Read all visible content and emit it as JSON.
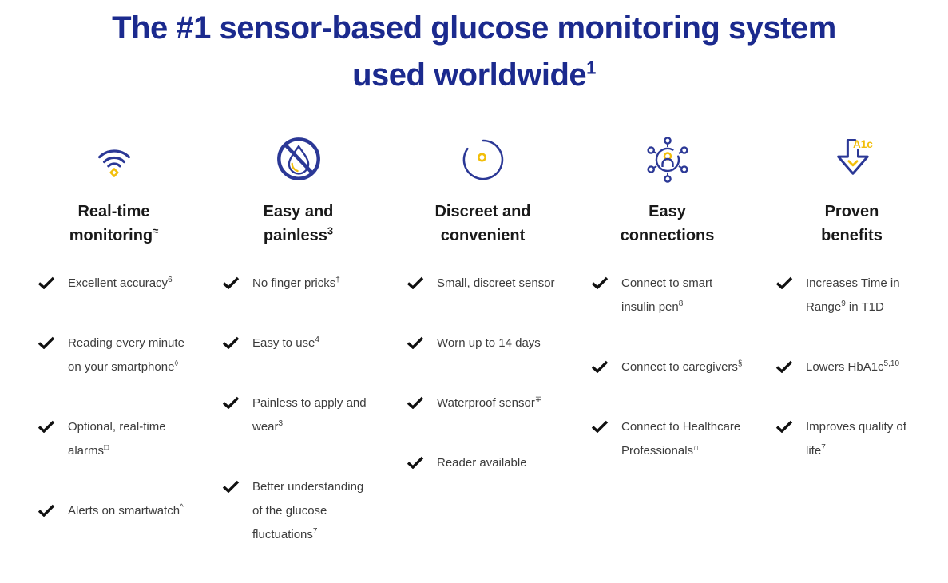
{
  "title": {
    "line1": "The #1 sensor-based glucose monitoring system",
    "line2": "used worldwide",
    "sup": "1"
  },
  "colors": {
    "navy": "#1B2A8E",
    "icon_navy": "#2B3896",
    "yellow": "#F2BE0A",
    "heading_text": "#191919",
    "body_text": "#3C3C3C",
    "check": "#111111"
  },
  "columns": [
    {
      "icon": "wifi-signal-icon",
      "heading": {
        "line1": "Real-time",
        "line2": "monitoring",
        "sup": "≈"
      },
      "items": [
        {
          "text": "Excellent accuracy",
          "sup": "6"
        },
        {
          "text": "Reading every minute\non your smartphone",
          "sup": "◊"
        },
        {
          "text": "Optional, real-time\nalarms",
          "sup": "□"
        },
        {
          "text": "Alerts on smartwatch",
          "sup": "^"
        }
      ]
    },
    {
      "icon": "no-finger-prick-icon",
      "heading": {
        "line1": "Easy and",
        "line2": "painless",
        "sup": "3"
      },
      "items": [
        {
          "text": "No finger pricks",
          "sup": "†"
        },
        {
          "text": "Easy to use",
          "sup": "4"
        },
        {
          "text": "Painless to apply and\nwear",
          "sup": "3"
        },
        {
          "text": "Better understanding\nof the glucose\nfluctuations",
          "sup": "7"
        }
      ]
    },
    {
      "icon": "sensor-icon",
      "heading": {
        "line1": "Discreet and",
        "line2": "convenient"
      },
      "items": [
        {
          "text": "Small, discreet sensor"
        },
        {
          "text": "Worn up to 14 days"
        },
        {
          "text": "Waterproof sensor",
          "sup": "∓"
        },
        {
          "text": "Reader available"
        }
      ]
    },
    {
      "icon": "connections-icon",
      "heading": {
        "line1": "Easy",
        "line2": "connections"
      },
      "items": [
        {
          "text": "Connect to smart\ninsulin pen",
          "sup": "8"
        },
        {
          "text": "Connect to caregivers",
          "sup": "§"
        },
        {
          "text": "Connect to Healthcare\nProfessionals",
          "sup": "∩"
        }
      ]
    },
    {
      "icon": "a1c-down-arrow-icon",
      "icon_label": "A1c",
      "heading": {
        "line1": "Proven",
        "line2": "benefits"
      },
      "items": [
        {
          "text": "Increases Time in\nRange",
          "sup": "9",
          "text2": " in T1D"
        },
        {
          "text": "Lowers HbA1c",
          "sup": "5,10"
        },
        {
          "text": "Improves quality of\nlife",
          "sup": "7"
        }
      ]
    }
  ]
}
